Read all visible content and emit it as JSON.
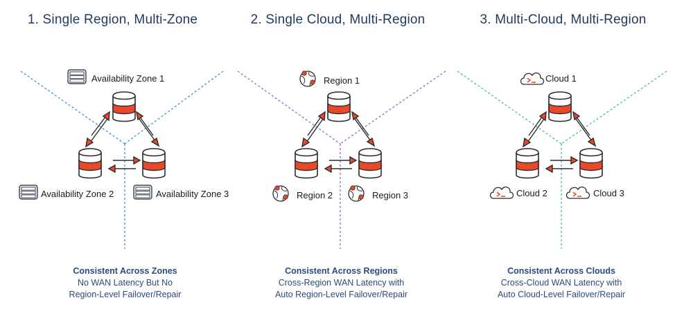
{
  "colors": {
    "title": "#1f3b63",
    "zone_lines": "#3a8fd6",
    "region_lines": "#a05bd1",
    "cloud_lines": "#3ec46b",
    "db_red": "#e8492a",
    "db_stroke": "#2b2b2b",
    "arrow_red": "#e8492a",
    "caption": "#2c4a7a"
  },
  "panels": [
    {
      "title": "1. Single Region, Multi-Zone",
      "icon": "server-rack-icon",
      "labels": {
        "top": "Availability Zone 1",
        "left": "Availability Zone 2",
        "right": "Availability Zone 3"
      },
      "caption": {
        "heading": "Consistent Across Zones",
        "line1": "No WAN Latency But No",
        "line2": "Region-Level Failover/Repair"
      }
    },
    {
      "title": "2. Single Cloud, Multi-Region",
      "icon": "globe-pin-icon",
      "labels": {
        "top": "Region 1",
        "left": "Region 2",
        "right": "Region 3"
      },
      "caption": {
        "heading": "Consistent Across Regions",
        "line1": "Cross-Region WAN Latency with",
        "line2": "Auto Region-Level Failover/Repair"
      }
    },
    {
      "title": "3. Multi-Cloud, Multi-Region",
      "icon": "cloud-terminal-icon",
      "labels": {
        "top": "Cloud 1",
        "left": "Cloud 2",
        "right": "Cloud 3"
      },
      "caption": {
        "heading": "Consistent Across Clouds",
        "line1": "Cross-Cloud WAN Latency with",
        "line2": "Auto Cloud-Level Failover/Repair"
      }
    }
  ]
}
